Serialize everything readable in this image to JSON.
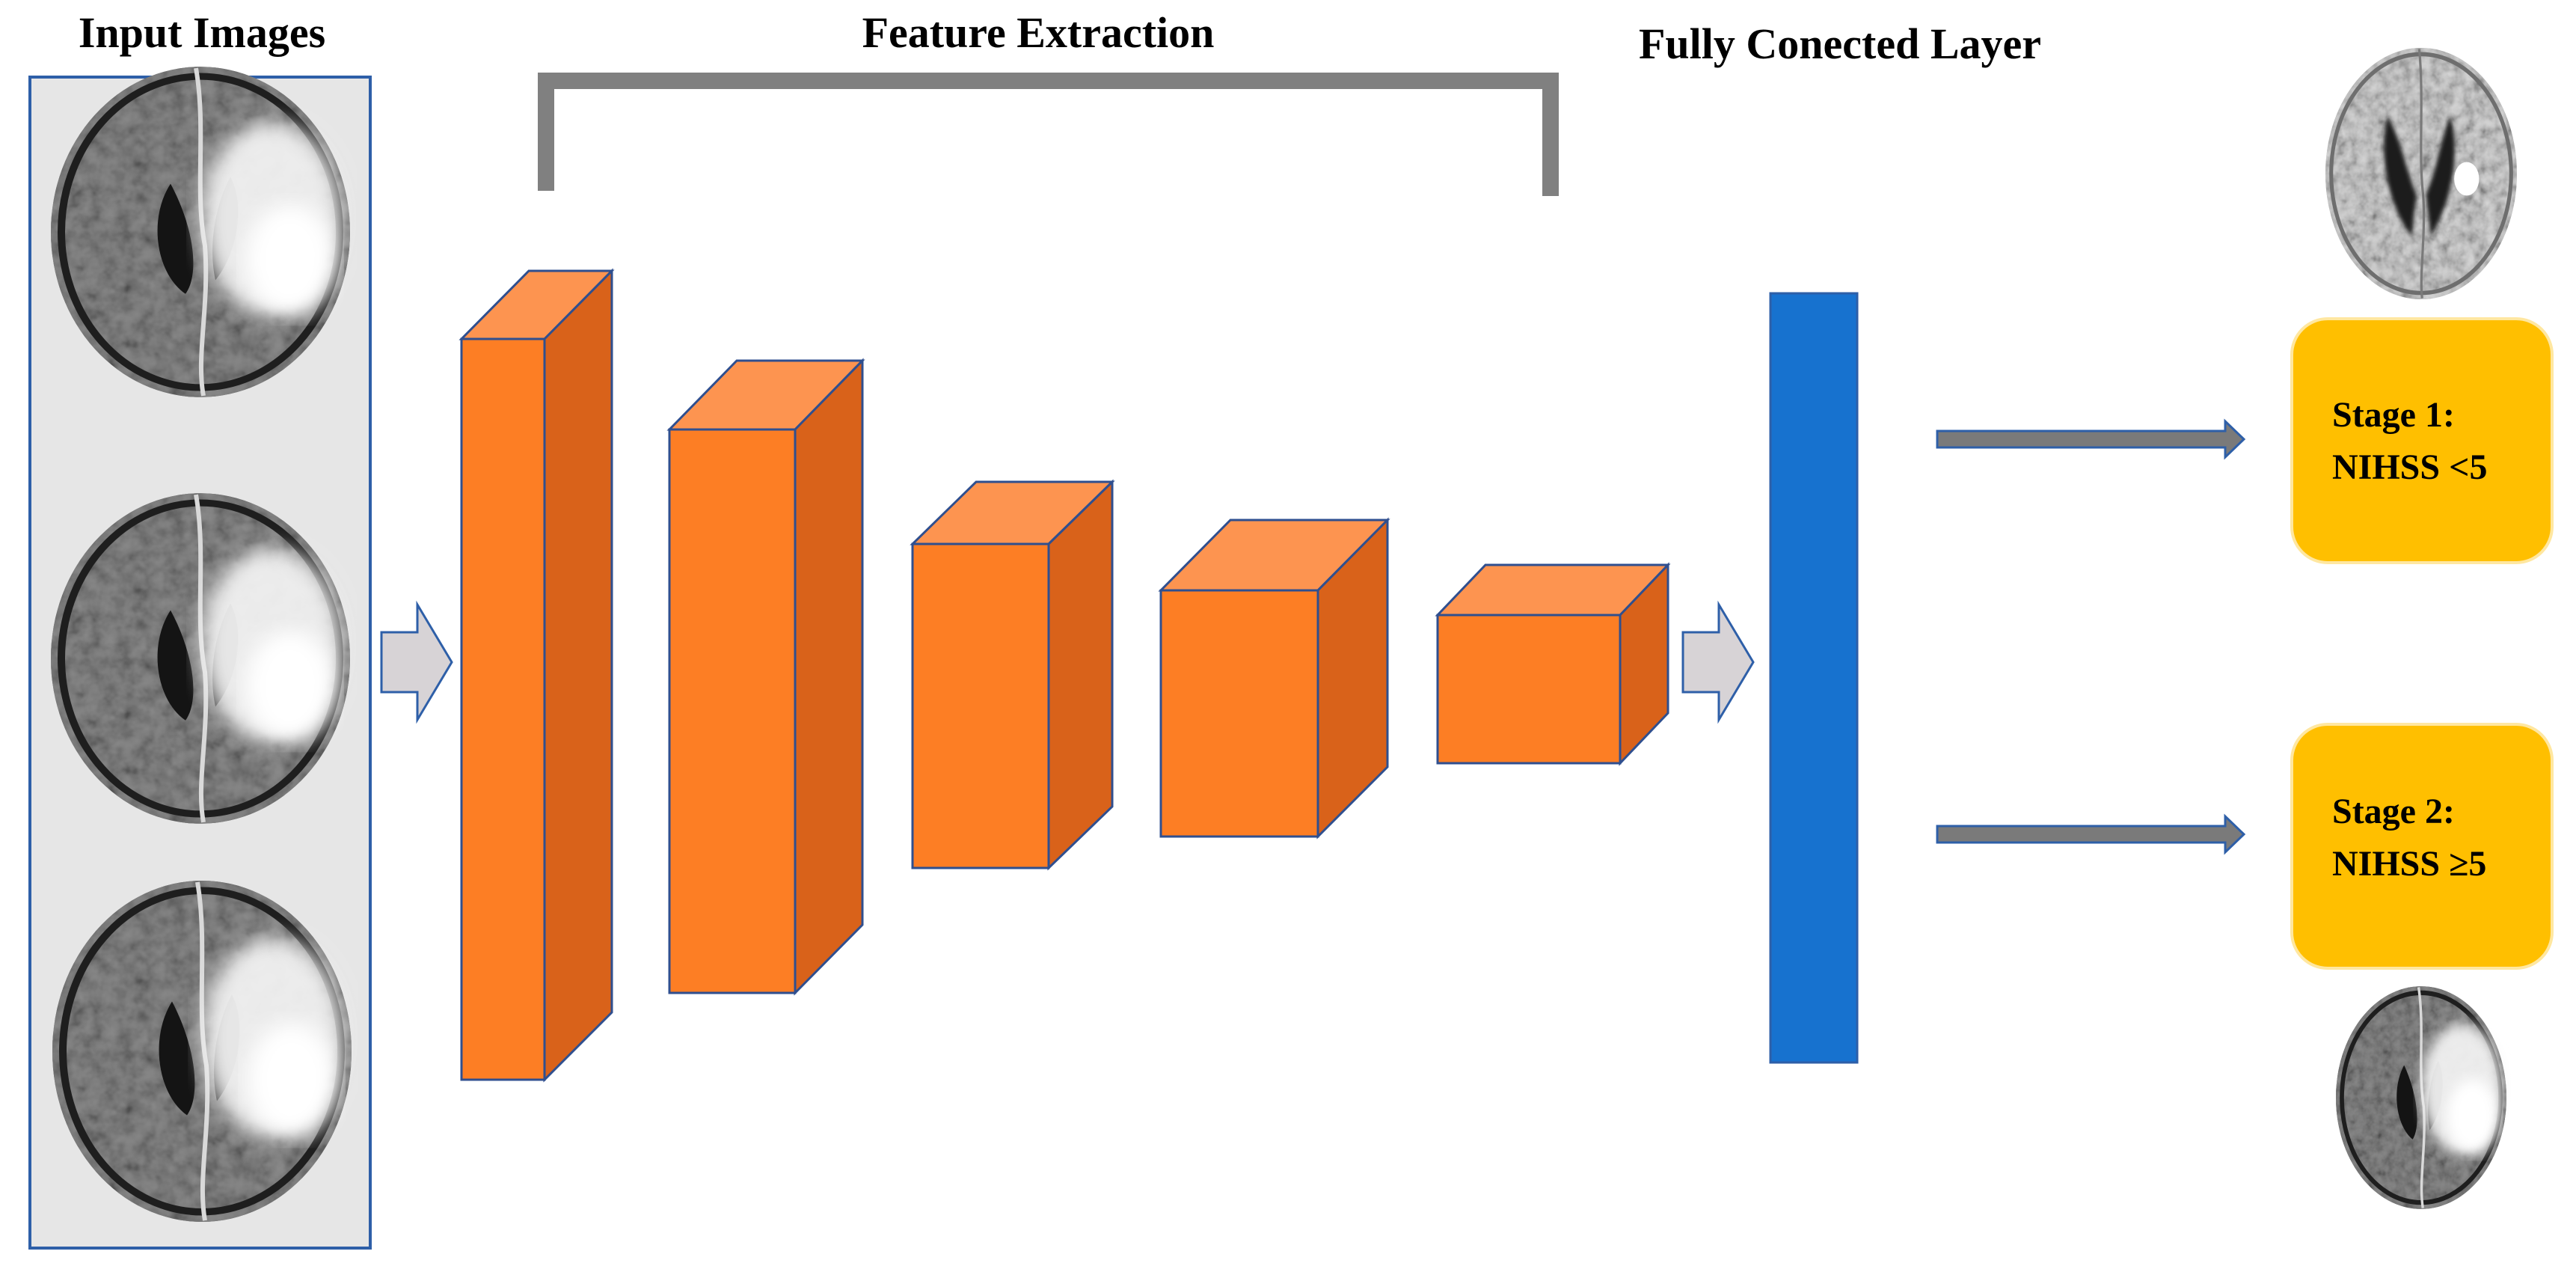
{
  "headings": {
    "input": "Input Images",
    "features": "Feature Extraction",
    "fc": "Fully Conected Layer"
  },
  "stages": [
    {
      "line1": "Stage 1:",
      "line2_prefix": "NIHSS ",
      "line2_symbol": "<",
      "line2_value": "5"
    },
    {
      "line1": "Stage 2:",
      "line2_prefix": "NIHSS ",
      "line2_symbol": "≥",
      "line2_value": "5"
    }
  ],
  "colors": {
    "input_panel_bg": "#e6e6e6",
    "input_panel_border": "#2e5fa8",
    "block_front": "#fd7e24",
    "block_side": "#d9621a",
    "block_top": "#fd9450",
    "block_edge": "#2f4f8f",
    "fc_layer": "#1772cf",
    "stage_box": "#ffbf00",
    "arrow_gray": "#d7d3d6",
    "output_arrow": "#7a7a7a",
    "bracket": "#808080"
  },
  "icons": [
    "brain-mri-scan",
    "block-arrow-right",
    "long-arrow-right"
  ]
}
